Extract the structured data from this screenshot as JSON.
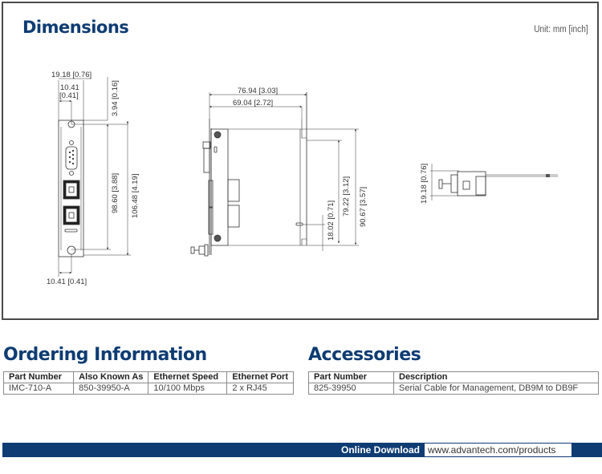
{
  "dimensions": {
    "title": "Dimensions",
    "unit_label": "Unit: mm [inch]",
    "front_view": {
      "width_label": "19.18 [0.76]",
      "hole_offset_top_line1": "10.41",
      "hole_offset_top_line2": "[0.41]",
      "top_offset_label": "3.94 [0.16]",
      "hole_spacing_label": "98.60 [3.88]",
      "height_label": "106.48 [4.19]",
      "hole_offset_bottom_label": "10.41 [0.41]"
    },
    "side_view": {
      "depth_overall_label": "76.94 [3.03]",
      "depth_board_label": "69.04 [2.72]",
      "height_board_label": "79.22 [3.12]",
      "height_overall_label": "90.67 [3.57]",
      "tab_height_label": "18.02 [0.71]"
    },
    "top_view": {
      "width_label": "19.18 [0.76]"
    }
  },
  "ordering": {
    "title": "Ordering Information",
    "columns": [
      "Part Number",
      "Also Known As",
      "Ethernet Speed",
      "Ethernet Port"
    ],
    "rows": [
      [
        "IMC-710-A",
        "850-39950-A",
        "10/100 Mbps",
        "2 x RJ45"
      ]
    ]
  },
  "accessories": {
    "title": "Accessories",
    "columns": [
      "Part Number",
      "Description"
    ],
    "rows": [
      [
        "825-39950",
        "Serial Cable for Management, DB9M to DB9F"
      ]
    ]
  },
  "download": {
    "label": "Online Download",
    "url": "www.advantech.com/products"
  },
  "colors": {
    "brand_blue": "#0e3c73",
    "frame_border": "#4a4a4a"
  }
}
